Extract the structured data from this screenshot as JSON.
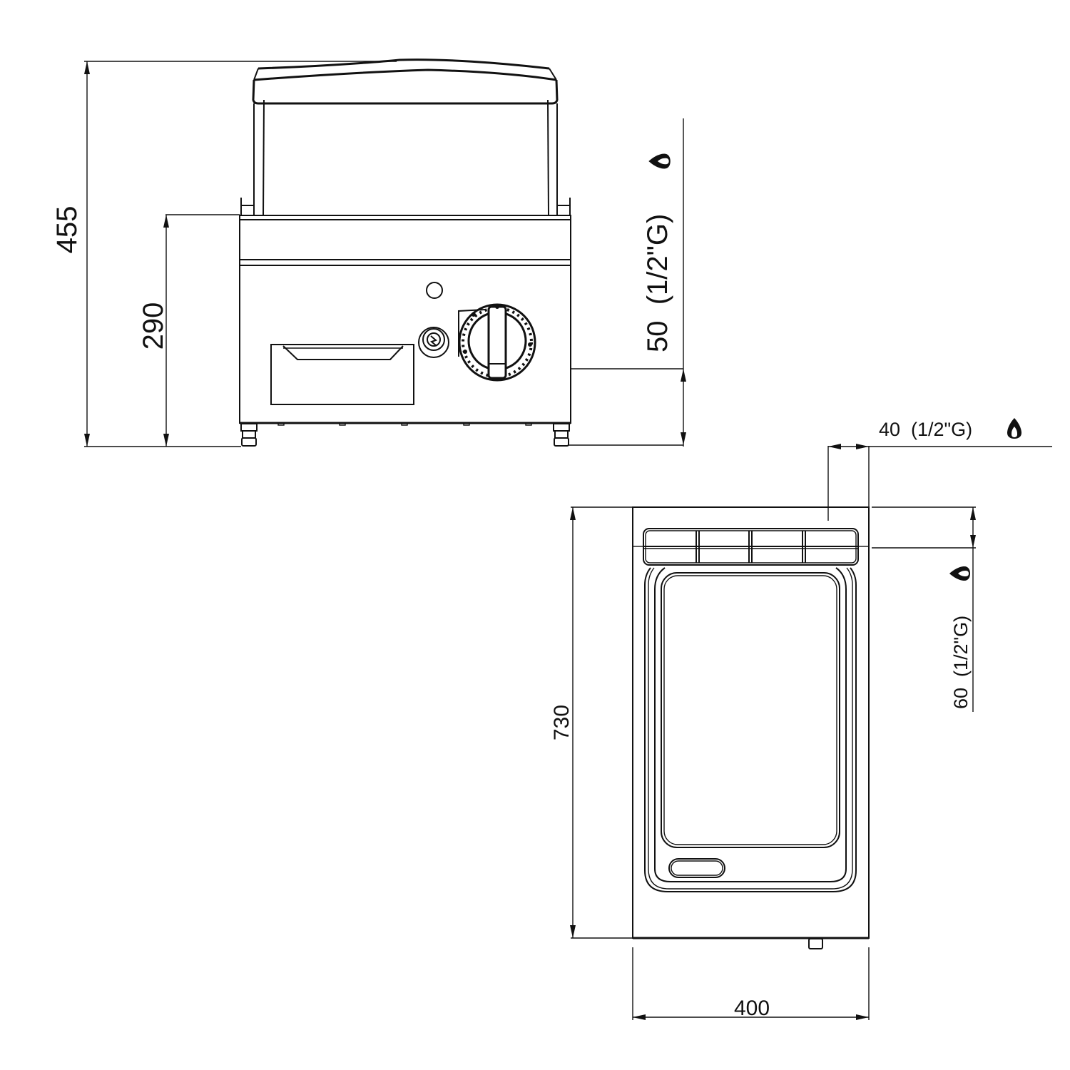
{
  "drawing": {
    "title": "Gas griddle technical drawing",
    "line_color": "#111111",
    "background": "#ffffff",
    "front_view": {
      "dimensions": {
        "total_height": "455",
        "body_height": "290",
        "gas_inlet_height": "50  (1/2\"G)"
      },
      "components": [
        "splash-guard",
        "griddle-plate",
        "drip-drawer",
        "piezo-igniter",
        "pilot-light-window",
        "gas-control-knob",
        "adjustable-feet"
      ],
      "gas_symbol": "flame-icon"
    },
    "top_view": {
      "dimensions": {
        "depth": "730",
        "width": "400",
        "gas_inlet_side_offset": "40  (1/2\"G)",
        "gas_inlet_rear_offset": "60  (1/2\"G)"
      },
      "components": [
        "splash-guard-grid",
        "cooking-plate",
        "drain-hole",
        "gas-connector"
      ],
      "gas_symbol": "flame-icon"
    }
  }
}
